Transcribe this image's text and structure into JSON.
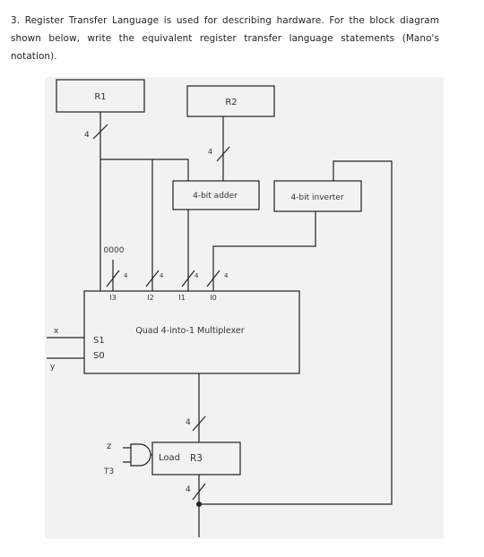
{
  "question": {
    "text": "3. Register Transfer Language is used for describing hardware. For the block diagram shown below, write the equivalent register transfer language statements (Mano's notation)."
  },
  "diagram": {
    "r1": "R1",
    "r2": "R2",
    "adder": "4-bit adder",
    "inverter": "4-bit inverter",
    "const_input": "0000",
    "mux_title": "Quad 4-into-1 Multiplexer",
    "mux_inputs": [
      "I3",
      "I2",
      "I1",
      "I0"
    ],
    "select_s1": "S1",
    "select_s0": "S0",
    "signal_x": "x",
    "signal_y": "y",
    "signal_z": "z",
    "signal_t3": "T3",
    "r3_load": "Load",
    "r3_name": "R3",
    "bus_width": "4"
  }
}
